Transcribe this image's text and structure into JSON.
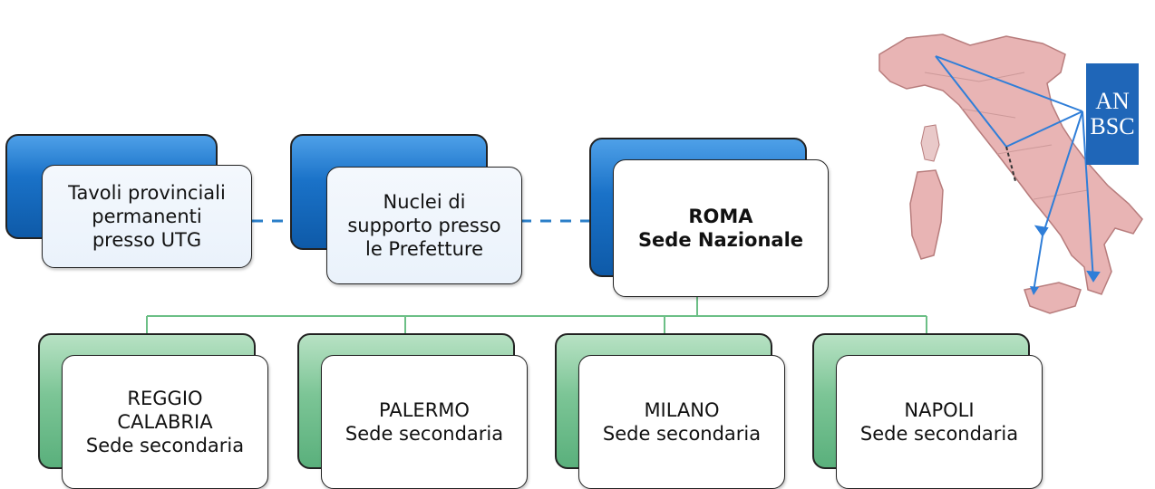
{
  "top_row": [
    {
      "lines": [
        "Tavoli provinciali",
        "permanenti",
        "presso UTG"
      ]
    },
    {
      "lines": [
        "Nuclei di",
        "supporto presso",
        "le Prefetture"
      ]
    },
    {
      "lines": [
        "ROMA",
        "Sede Nazionale"
      ]
    }
  ],
  "bottom_row": [
    {
      "lines": [
        "REGGIO",
        "CALABRIA",
        "Sede secondaria"
      ]
    },
    {
      "lines": [
        "PALERMO",
        "Sede secondaria"
      ]
    },
    {
      "lines": [
        "MILANO",
        "Sede secondaria"
      ]
    },
    {
      "lines": [
        "NAPOLI",
        "Sede secondaria"
      ]
    }
  ],
  "logo": {
    "line1": "AN",
    "line2": "BSC"
  },
  "colors": {
    "blue_accent": "#1a72c8",
    "green_accent": "#7cc596",
    "connector_green": "#6cbf86",
    "connector_blue": "#2b7fc8"
  }
}
